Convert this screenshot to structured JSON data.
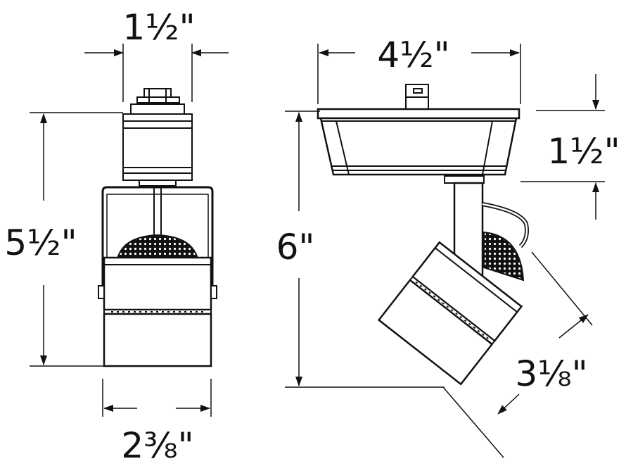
{
  "dimensions": {
    "front_top_width": "1½\"",
    "front_height": "5½\"",
    "front_bottom_width": "2⅜\"",
    "side_top_width": "4½\"",
    "side_height": "6\"",
    "canopy_height": "1½\"",
    "head_length": "3⅛\""
  },
  "colors": {
    "line": "#111111",
    "background": "#ffffff"
  }
}
